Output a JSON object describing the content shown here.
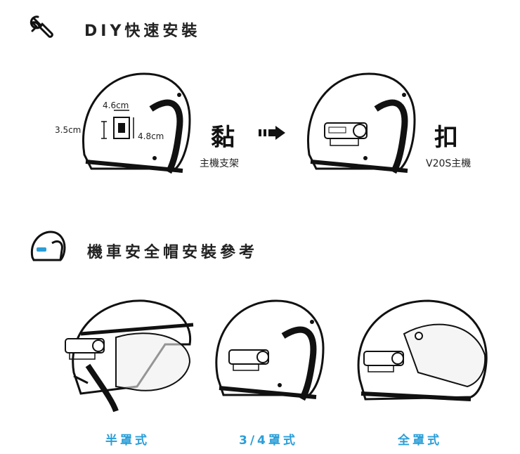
{
  "section1": {
    "title": "DIY快速安裝",
    "icon": "wrench-icon",
    "dims": {
      "top": "4.6cm",
      "left": "3.5cm",
      "right": "4.8cm"
    },
    "step1_action": "黏",
    "step1_caption": "主機支架",
    "step2_action": "扣",
    "step2_caption": "V20S主機"
  },
  "section2": {
    "title": "機車安全帽安裝參考",
    "icon": "helmet-icon",
    "types": [
      {
        "label": "半罩式"
      },
      {
        "label": "3/4罩式"
      },
      {
        "label": "全罩式"
      }
    ]
  },
  "colors": {
    "accent": "#2a9ed8",
    "ink": "#111111"
  }
}
